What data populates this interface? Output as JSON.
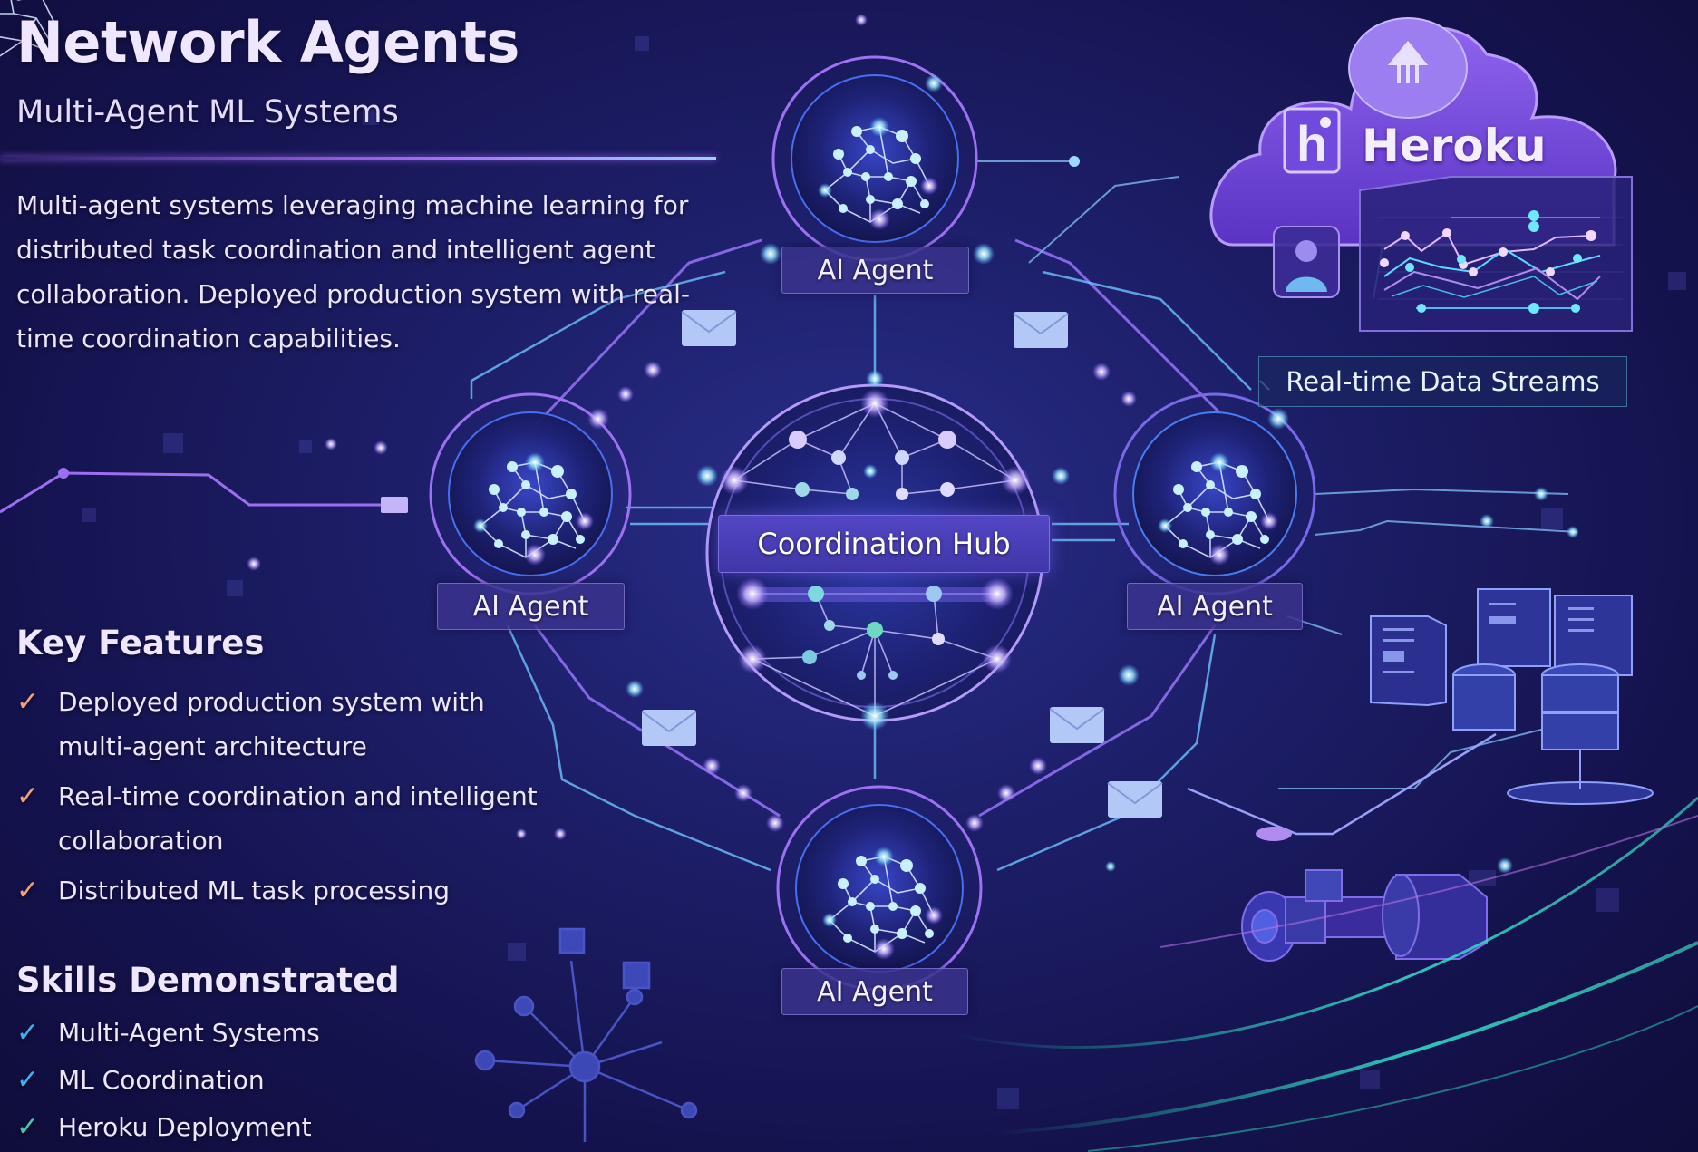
{
  "header": {
    "title": "Network Agents",
    "subtitle": "Multi-Agent ML Systems"
  },
  "description": "Multi-agent systems leveraging machine learning for distributed task coordination and intelligent agent collaboration. Deployed production system with real-time coordination capabilities.",
  "key_features": {
    "title": "Key Features",
    "check_color": "#f0a080",
    "items": [
      {
        "label": "Deployed production system with multi-agent architecture",
        "icon": "check-icon"
      },
      {
        "label": "Real-time coordination and intelligent collaboration",
        "icon": "check-icon"
      },
      {
        "label": "Distributed ML task processing",
        "icon": "check-icon"
      }
    ]
  },
  "skills": {
    "title": "Skills Demonstrated",
    "items": [
      {
        "label": "Multi-Agent Systems",
        "icon": "check-icon",
        "color": "#3fb0f0"
      },
      {
        "label": "ML Coordination",
        "icon": "check-icon",
        "color": "#3fb0f0"
      },
      {
        "label": "Heroku Deployment",
        "icon": "check-icon",
        "color": "#4fc0a8"
      }
    ]
  },
  "diagram": {
    "hub": {
      "label": "Coordination Hub",
      "icon": "neural-network-icon"
    },
    "agents": [
      {
        "label": "AI Agent",
        "position": "top",
        "icon": "neural-brain-icon"
      },
      {
        "label": "AI Agent",
        "position": "left",
        "icon": "neural-brain-icon"
      },
      {
        "label": "AI Agent",
        "position": "right",
        "icon": "neural-brain-icon"
      },
      {
        "label": "AI Agent",
        "position": "bottom",
        "icon": "neural-brain-icon"
      }
    ],
    "message_icon": "envelope-icon"
  },
  "cloud": {
    "brand": "Heroku",
    "logo_glyph": "h",
    "icons": [
      "heroku-logo-icon",
      "user-avatar-icon",
      "line-chart-icon",
      "house-icon"
    ]
  },
  "data_streams": {
    "label": "Real-time Data Streams"
  },
  "infrastructure": {
    "icons": [
      "server-rack-icon",
      "database-icon",
      "pipeline-cylinder-icon",
      "cube-network-icon"
    ]
  },
  "colors": {
    "background": "#1a1a5e",
    "accent_purple": "#a46cf0",
    "accent_cyan": "#5fd8ff",
    "check_orange": "#f0a080",
    "check_blue": "#3fb0f0",
    "check_teal": "#4fc0a8"
  }
}
